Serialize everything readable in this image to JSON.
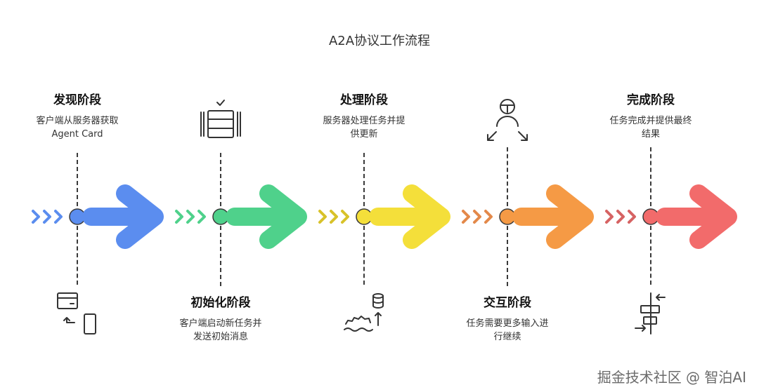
{
  "title": "A2A协议工作流程",
  "stages": [
    {
      "heading": "发现阶段",
      "desc": "客户端从服务器获取\nAgent Card",
      "color": "#5b8def",
      "icon": "payment-card-phone-icon"
    },
    {
      "heading": "初始化阶段",
      "desc": "客户端启动新任务并\n发送初始消息",
      "color": "#4fd18b",
      "icon": "checked-table-icon"
    },
    {
      "heading": "处理阶段",
      "desc": "服务器处理任务并提\n供更新",
      "color": "#f4df3a",
      "icon": "database-process-icon"
    },
    {
      "heading": "交互阶段",
      "desc": "任务需要更多输入进\n行继续",
      "color": "#f59a45",
      "icon": "user-interaction-icon"
    },
    {
      "heading": "完成阶段",
      "desc": "任务完成并提供最终\n结果",
      "color": "#f26b6b",
      "icon": "align-transfer-icon"
    }
  ],
  "watermark": "掘金技术社区 @ 智泊AI"
}
